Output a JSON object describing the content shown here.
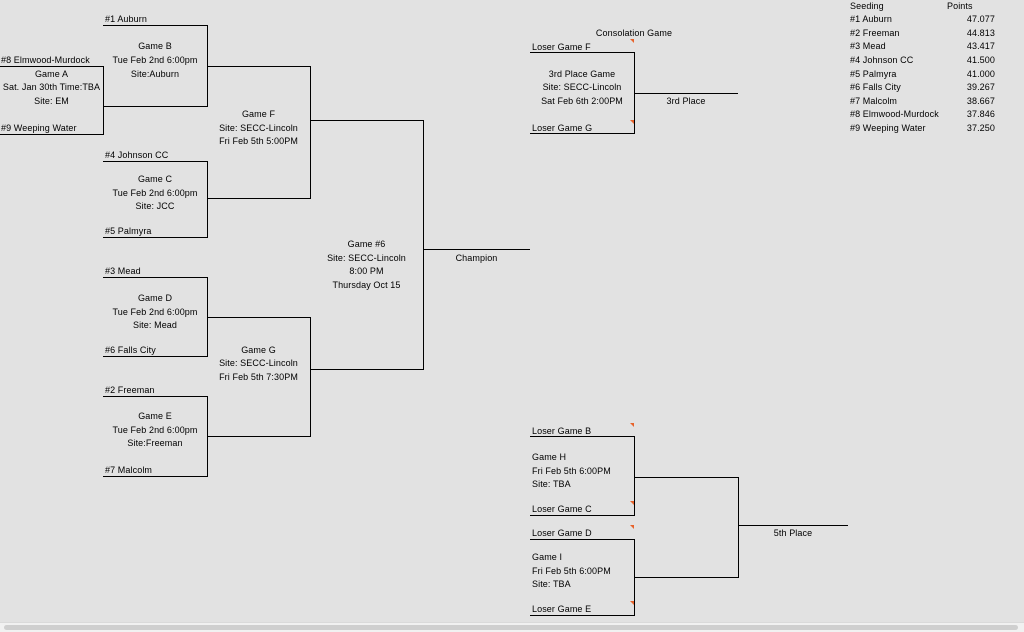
{
  "first_round": {
    "game_a": {
      "team_top": "#8 Elmwood-Murdock",
      "title": "Game A",
      "when": "Sat. Jan 30th Time:TBA",
      "site": "Site: EM",
      "team_bottom": "#9 Weeping Water"
    }
  },
  "quarterfinals": {
    "game_b": {
      "team_top": "#1 Auburn",
      "title": "Game B",
      "when": "Tue Feb 2nd 6:00pm",
      "site": "Site:Auburn"
    },
    "game_c": {
      "team_top": "#4 Johnson CC",
      "title": "Game C",
      "when": "Tue Feb 2nd 6:00pm",
      "site": "Site: JCC",
      "team_bottom": "#5 Palmyra"
    },
    "game_d": {
      "team_top": "#3 Mead",
      "title": "Game D",
      "when": "Tue Feb 2nd 6:00pm",
      "site": "Site: Mead",
      "team_bottom": "#6 Falls City"
    },
    "game_e": {
      "team_top": "#2 Freeman",
      "title": "Game E",
      "when": "Tue Feb 2nd 6:00pm",
      "site": "Site:Freeman",
      "team_bottom": "#7 Malcolm"
    }
  },
  "semifinals": {
    "game_f": {
      "title": "Game F",
      "site": "Site:  SECC-Lincoln",
      "when": "Fri Feb 5th 5:00PM"
    },
    "game_g": {
      "title": "Game G",
      "site": "Site:  SECC-Lincoln",
      "when": "Fri Feb 5th 7:30PM"
    }
  },
  "final": {
    "title": "Game #6",
    "site": "Site:  SECC-Lincoln",
    "time": "8:00 PM",
    "date": "Thursday Oct 15",
    "result_label": "Champion"
  },
  "consolation": {
    "header": "Consolation Game",
    "loser_top": "Loser Game F",
    "title": "3rd Place Game",
    "site": "Site:  SECC-Lincoln",
    "when": "Sat Feb 6th 2:00PM",
    "loser_bottom": "Loser Game G",
    "result_label": "3rd Place"
  },
  "fifth_place": {
    "game_h": {
      "loser_top": "Loser Game B",
      "title": "Game H",
      "when": "Fri Feb 5th 6:00PM",
      "site": "Site:  TBA",
      "loser_bottom": "Loser Game C"
    },
    "game_i": {
      "loser_top": "Loser Game D",
      "title": "Game I",
      "when": "Fri Feb 5th 6:00PM",
      "site": "Site: TBA",
      "loser_bottom": "Loser Game E"
    },
    "result_label": "5th Place"
  },
  "seeding": {
    "header_team": "Seeding",
    "header_points": "Points",
    "rows": [
      {
        "team": "#1 Auburn",
        "points": "47.077"
      },
      {
        "team": "#2 Freeman",
        "points": "44.813"
      },
      {
        "team": "#3 Mead",
        "points": "43.417"
      },
      {
        "team": "#4 Johnson CC",
        "points": "41.500"
      },
      {
        "team": "#5 Palmyra",
        "points": "41.000"
      },
      {
        "team": "#6 Falls City",
        "points": "39.267"
      },
      {
        "team": "#7 Malcolm",
        "points": "38.667"
      },
      {
        "team": "#8 Elmwood-Murdock",
        "points": "37.846"
      },
      {
        "team": "#9 Weeping Water",
        "points": "37.250"
      }
    ]
  },
  "colors": {
    "gridline": "#e2e2e2",
    "bracket_line": "#000000",
    "comment_marker": "#e8632b"
  }
}
